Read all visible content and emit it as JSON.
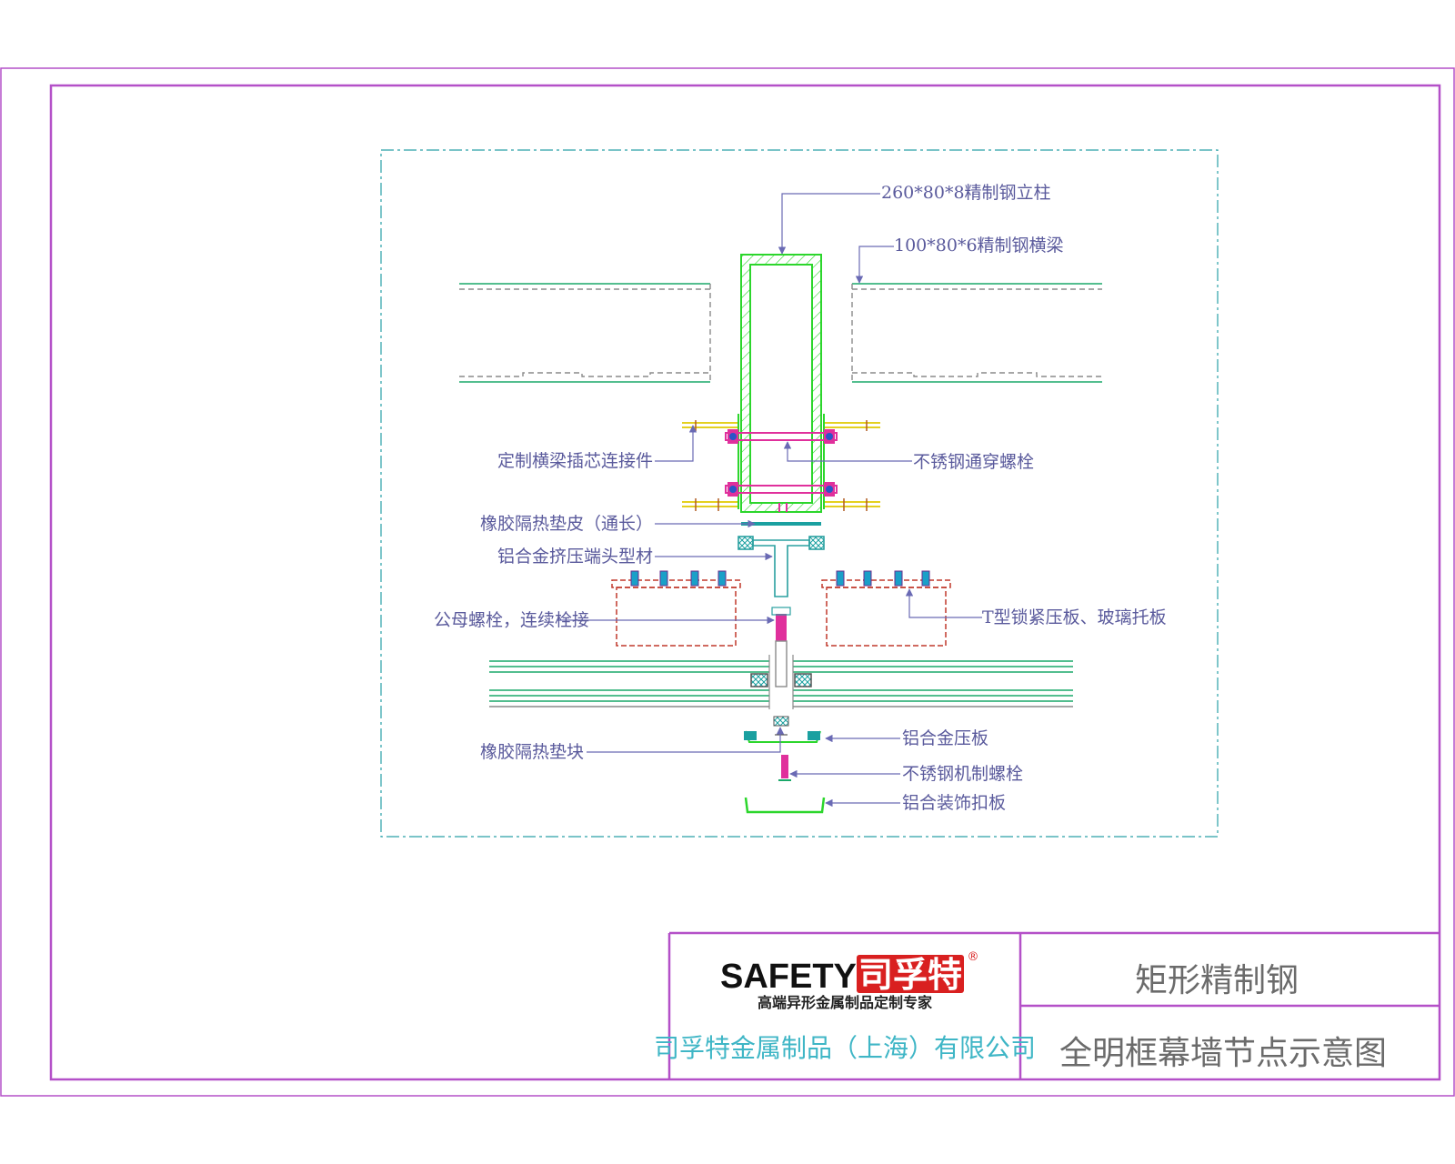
{
  "colors": {
    "frame": "#b450c8",
    "steel": "#2cd62c",
    "beam": "#1aa86a",
    "bolt": "#e0309c",
    "plate": "#c0392b",
    "rubber": "#1aa0a0",
    "bracket": "#e4d020",
    "leader": "#6a6ab4"
  },
  "labels": {
    "column": "260*80*8精制钢立柱",
    "beam": "100*80*6精制钢横梁",
    "beam_insert": "定制横梁插芯连接件",
    "through_bolt": "不锈钢通穿螺栓",
    "rubber_pad": "橡胶隔热垫皮（通长）",
    "alu_end_profile": "铝合金挤压端头型材",
    "male_female_bolt": "公母螺栓，连续栓接",
    "t_plate": "T型锁紧压板、玻璃托板",
    "rubber_block": "橡胶隔热垫块",
    "alu_pressure_plate": "铝合金压板",
    "ss_machine_bolt": "不锈钢机制螺栓",
    "alu_cover": "铝合装饰扣板"
  },
  "title_block": {
    "brand_latin": "SAFETY",
    "brand_cn": "司孚特",
    "registered": "®",
    "slogan": "高端异形金属制品定制专家",
    "company": "司孚特金属制品（上海）有限公司",
    "title_main": "矩形精制钢",
    "title_sub": "全明框幕墙节点示意图"
  }
}
